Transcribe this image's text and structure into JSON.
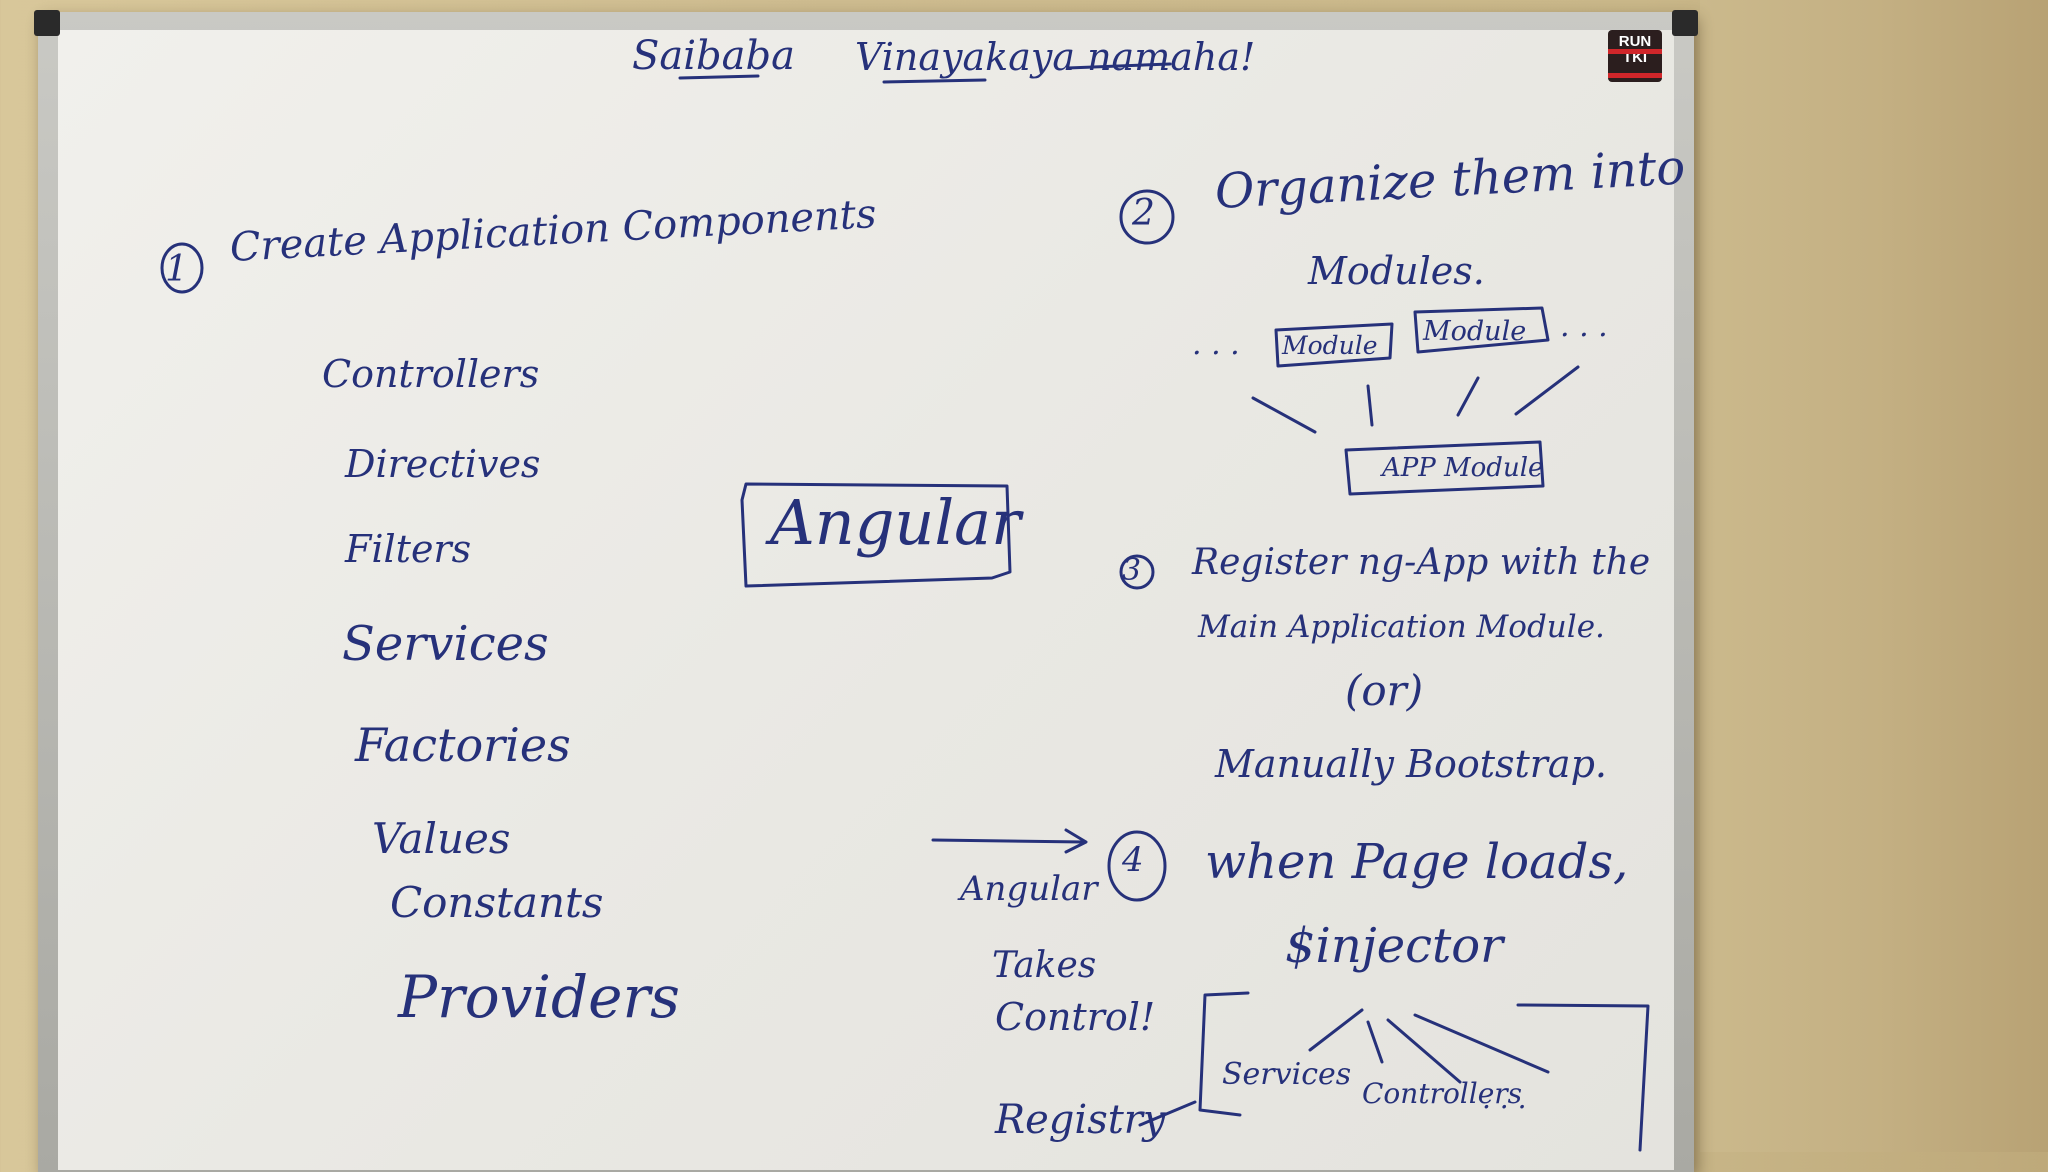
{
  "board": {
    "title_left": "Saibaba",
    "title_right": "Vinayakaya namaha!",
    "logo_text_top": "RUN",
    "logo_text_bottom": "TKI"
  },
  "step1": {
    "number": "1",
    "heading": "Create Application Components",
    "items": [
      "Controllers",
      "Directives",
      "Filters",
      "Services",
      "Factories",
      "Values",
      "Constants",
      "Providers"
    ],
    "box_label": "Angular"
  },
  "step2": {
    "number": "2",
    "heading_line1": "Organize them into",
    "heading_line2": "Modules.",
    "module_left": "Module",
    "module_right": "Module",
    "dots_left": ". . .",
    "dots_right": ". . .",
    "app_module": "APP Module"
  },
  "step3": {
    "number": "3",
    "line1": "Register ng-App with the",
    "line2": "Main Application Module.",
    "or": "(or)",
    "line3": "Manually Bootstrap."
  },
  "step4": {
    "number": "4",
    "heading": "when Page loads,",
    "injector": "$injector",
    "angular_note": "Angular",
    "takes_note": "Takes",
    "control_note": "Control!",
    "registry_label": "Registry",
    "services_label": "Services",
    "controllers_label": "Controllers",
    "trailing_dots": ". . ."
  },
  "colors": {
    "ink": "#26317a",
    "board": "#eeede9",
    "wall": "#cdbb8f"
  }
}
